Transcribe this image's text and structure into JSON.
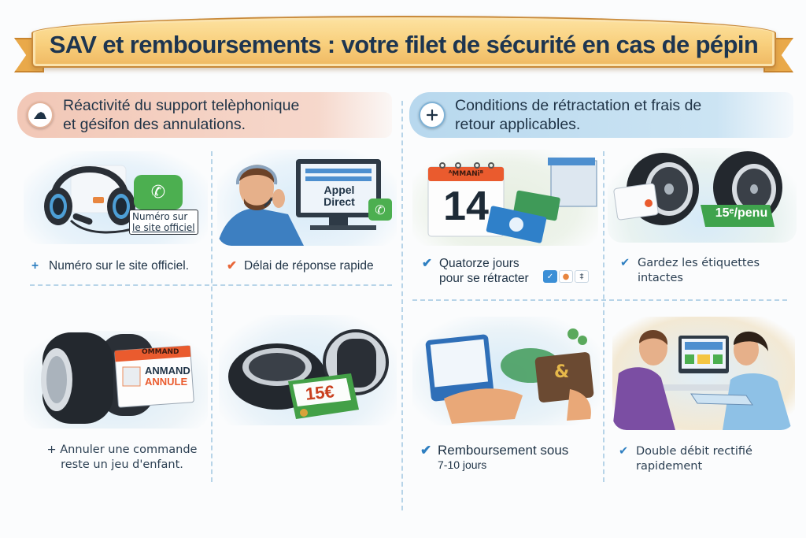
{
  "banner": {
    "title": "SAV et remboursements : votre filet de sécurité en cas de pépin"
  },
  "sections": {
    "left": {
      "title_line1": "Réactivité du support telèphonique",
      "title_line2": "et gésifon des annulations.",
      "badge_icon": "hill-icon",
      "accent": "#f0bca8"
    },
    "right": {
      "title_line1": "Conditions de rétractation et frais de",
      "title_line2": "retour applicables.",
      "badge_icon": "plus-icon",
      "accent": "#b0d4ec"
    }
  },
  "cards": {
    "headset": {
      "bubble_line1": "Numéro sur",
      "bubble_line2": "le site officiel",
      "caption_mark": "+",
      "caption": "Numéro sur le site officiel."
    },
    "agent": {
      "screen_line1": "Appel",
      "screen_line2": "Direct",
      "caption_mark": "✔",
      "caption": "Délai de réponse rapide"
    },
    "calendar": {
      "calendar_header": "ᴬMMANiᴮ",
      "calendar_day": "14",
      "caption_mark": "✔",
      "caption_line1": "Quatorze jours",
      "caption_line2": "pour se rétracter",
      "mini_icons": [
        "✓",
        "●",
        "‡"
      ]
    },
    "tires_label": {
      "price_tag": "15€/pneu",
      "price_tag_display": "15ᵉ/penu",
      "caption_mark": "✔",
      "caption_line1": "Gardez les étiquettes",
      "caption_line2": "intactes"
    },
    "cancel": {
      "calendar_header": "OMMAND",
      "status_line1": "ANMAND",
      "status_line2": "ANNULE",
      "caption_mark": "+",
      "caption_line1": "Annuler une commande",
      "caption_line2": "reste un jeu d'enfant."
    },
    "fee": {
      "price": "15€"
    },
    "refund": {
      "wallet_symbol": "&",
      "caption_mark": "✔",
      "caption_line1": "Remboursement sous",
      "caption_line2": "7-10 jours"
    },
    "desk": {
      "caption_mark": "✔",
      "caption_line1": "Double débit rectifié",
      "caption_line2": "rapidement"
    }
  },
  "colors": {
    "banner": "#f8cf7c",
    "text": "#1f3346",
    "accent_blue": "#2e7fc1",
    "accent_orange": "#e8673a",
    "green": "#4caf50",
    "divider": "#b7d4e8"
  }
}
